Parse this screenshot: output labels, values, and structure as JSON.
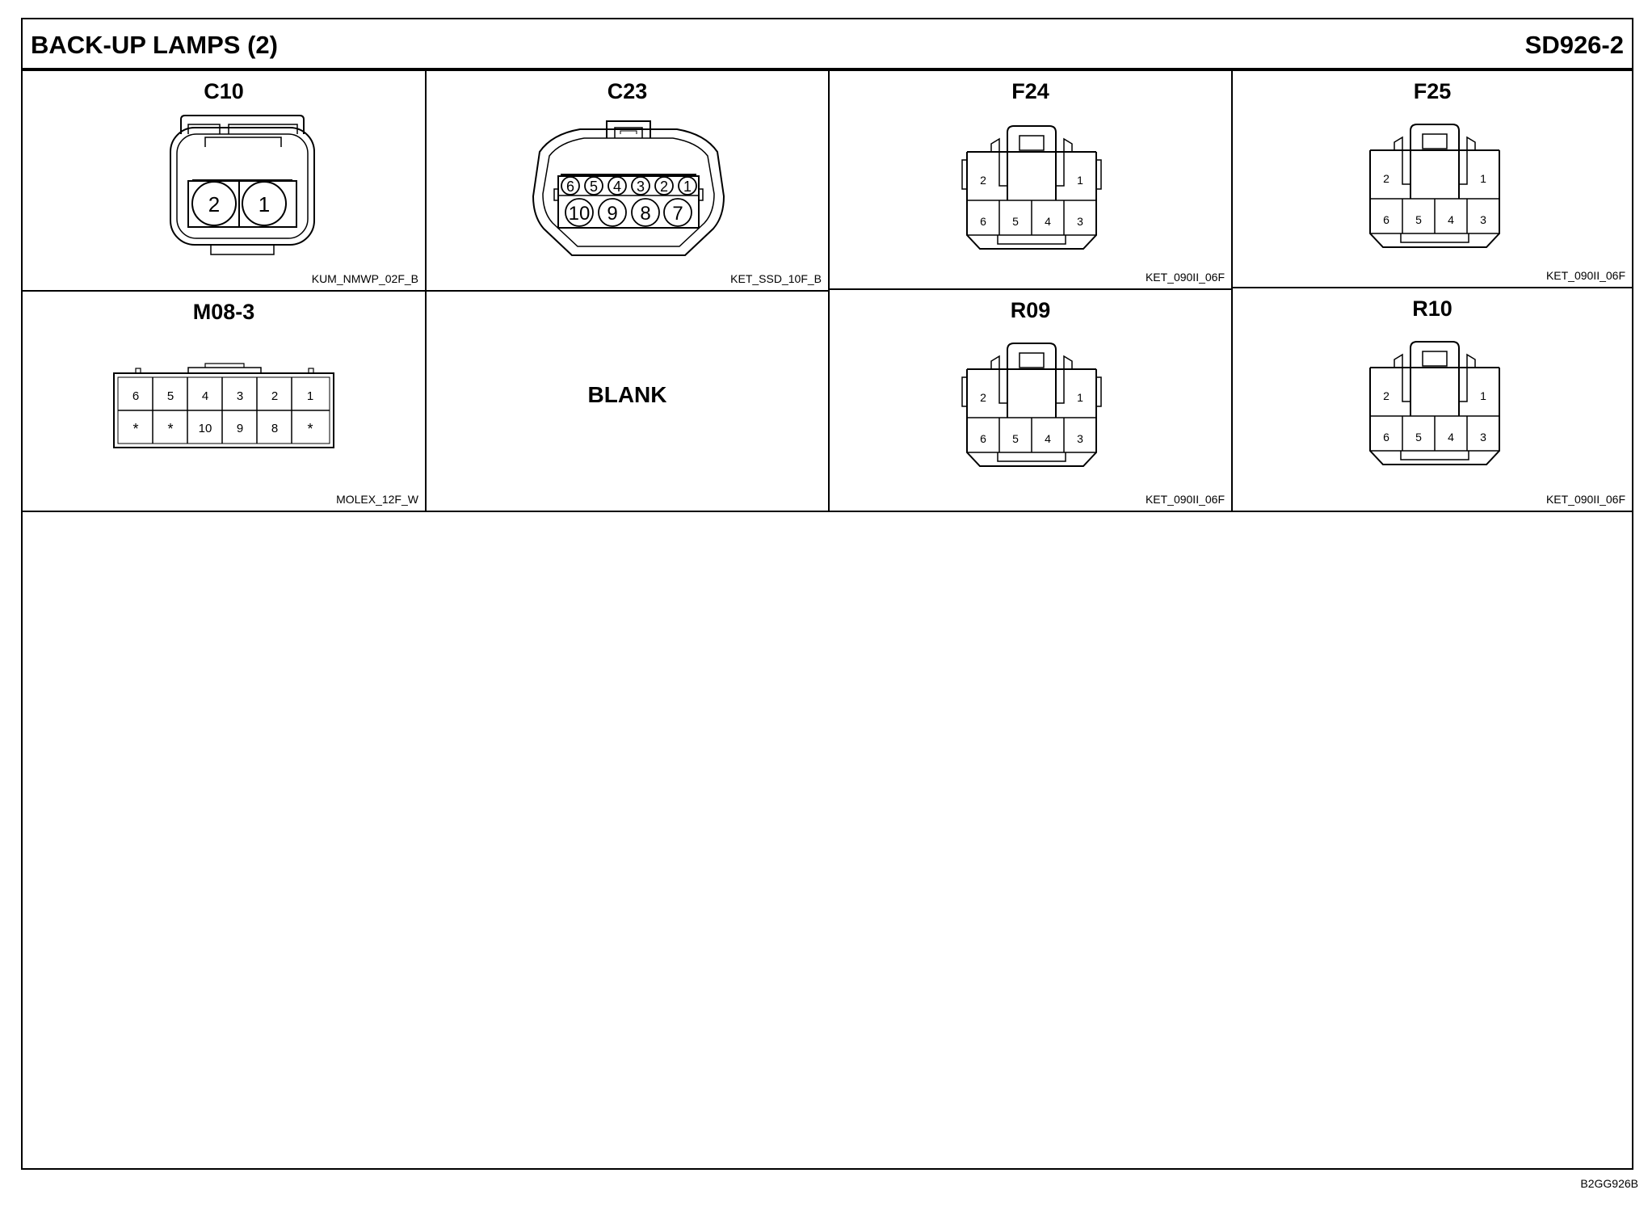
{
  "header": {
    "title": "BACK-UP LAMPS (2)",
    "code": "SD926-2"
  },
  "connectors": {
    "c10": {
      "name": "C10",
      "part": "KUM_NMWP_02F_B",
      "pins": [
        "2",
        "1"
      ]
    },
    "c23": {
      "name": "C23",
      "part": "KET_SSD_10F_B",
      "pins_top": [
        "6",
        "5",
        "4",
        "3",
        "2",
        "1"
      ],
      "pins_bottom": [
        "10",
        "9",
        "8",
        "7"
      ]
    },
    "f24": {
      "name": "F24",
      "part": "KET_090II_06F",
      "pins_top": [
        "2",
        "1"
      ],
      "pins_bottom": [
        "6",
        "5",
        "4",
        "3"
      ]
    },
    "f25": {
      "name": "F25",
      "part": "KET_090II_06F",
      "pins_top": [
        "2",
        "1"
      ],
      "pins_bottom": [
        "6",
        "5",
        "4",
        "3"
      ]
    },
    "m083": {
      "name": "M08-3",
      "part": "MOLEX_12F_W",
      "pins_top": [
        "6",
        "5",
        "4",
        "3",
        "2",
        "1"
      ],
      "pins_bottom": [
        "*",
        "*",
        "10",
        "9",
        "8",
        "*"
      ]
    },
    "blank": {
      "label": "BLANK"
    },
    "r09": {
      "name": "R09",
      "part": "KET_090II_06F",
      "pins_top": [
        "2",
        "1"
      ],
      "pins_bottom": [
        "6",
        "5",
        "4",
        "3"
      ]
    },
    "r10": {
      "name": "R10",
      "part": "KET_090II_06F",
      "pins_top": [
        "2",
        "1"
      ],
      "pins_bottom": [
        "6",
        "5",
        "4",
        "3"
      ]
    }
  },
  "footer": {
    "doc_id": "B2GG926B"
  }
}
